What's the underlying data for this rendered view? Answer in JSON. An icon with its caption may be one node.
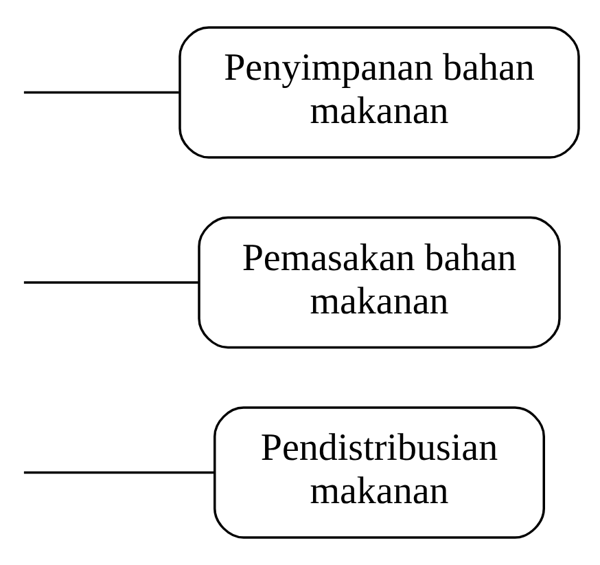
{
  "diagram": {
    "nodes": [
      {
        "text": [
          "Penyimpanan bahan makanan"
        ]
      },
      {
        "text": [
          "Pemasakan bahan makanan"
        ]
      },
      {
        "text": [
          "Pendistribusian makanan"
        ]
      }
    ],
    "edges": [
      {
        "from": null,
        "to": 0,
        "arrow": "none"
      },
      {
        "from": null,
        "to": 1,
        "arrow": "none"
      },
      {
        "from": null,
        "to": 2,
        "arrow": "none"
      }
    ]
  }
}
